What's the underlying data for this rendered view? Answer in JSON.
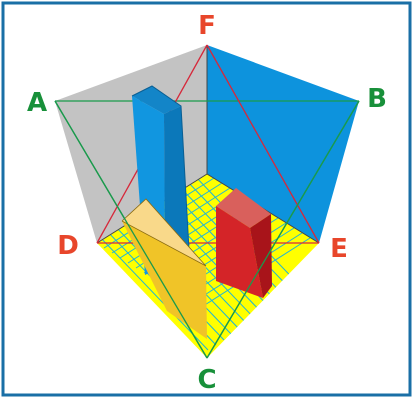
{
  "labels": {
    "F": "F",
    "A": "A",
    "B": "B",
    "D": "D",
    "E": "E",
    "C": "C"
  },
  "colors": {
    "frame": "#1a6fa6",
    "label_red": "#e8462b",
    "label_green": "#18903a",
    "wall_left": "#c3c3c3",
    "wall_right": "#0d93dd",
    "floor": "#ffff00",
    "grid": "#20b4d6",
    "diag_green": "#1a9a4c",
    "diag_red": "#d6283a",
    "pillar_blue": "#1196e0",
    "prism_red": "#d42428",
    "wedge_orange": "#f0c428"
  }
}
